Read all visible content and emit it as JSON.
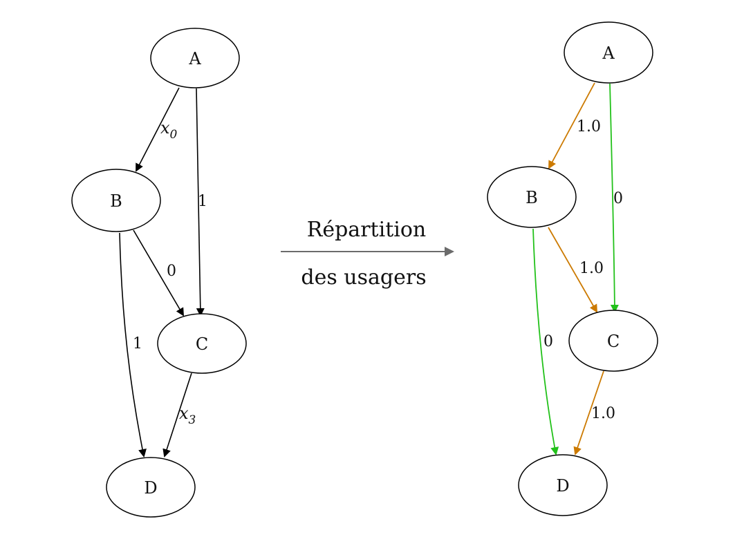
{
  "left_graph": {
    "nodes": {
      "A": "A",
      "B": "B",
      "C": "C",
      "D": "D"
    },
    "edges": {
      "ab": {
        "var": "x",
        "sub": "0"
      },
      "ac": "1",
      "bc": "0",
      "bd": "1",
      "cd": {
        "var": "x",
        "sub": "3"
      }
    },
    "edge_color": "#000000"
  },
  "arrow": {
    "line1": "Répartition",
    "line2": "des usagers",
    "color": "#6b6b6b"
  },
  "right_graph": {
    "nodes": {
      "A": "A",
      "B": "B",
      "C": "C",
      "D": "D"
    },
    "edges": {
      "ab": "1.0",
      "ac": "0",
      "bc": "1.0",
      "bd": "0",
      "cd": "1.0"
    },
    "colors": {
      "used": "#cc7a00",
      "unused": "#22c11a"
    }
  }
}
